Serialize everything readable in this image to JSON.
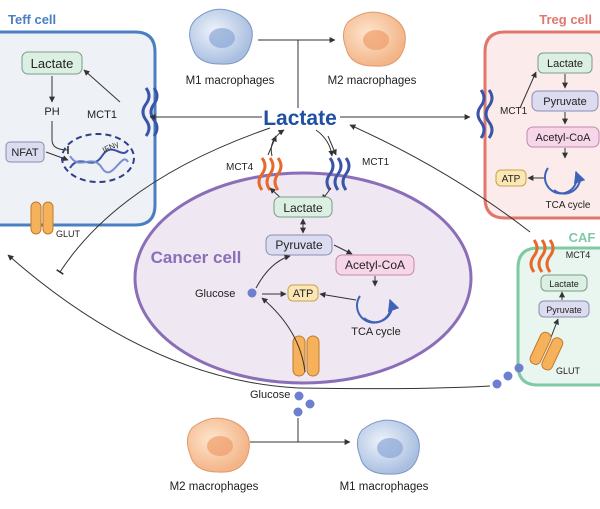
{
  "title": "Lactate",
  "colors": {
    "lactate_title": "#1f4fa3",
    "teff_border": "#4a7fc1",
    "teff_fill": "#eef1f6",
    "treg_border": "#e0776c",
    "treg_fill": "#fbeceb",
    "caf_border": "#7fc9a4",
    "caf_fill": "#e9f5ef",
    "cancer_border": "#8a6fb8",
    "cancer_fill": "#efe7f2",
    "lactate_box": "#dcefe3",
    "pyruvate_box": "#dcdcf0",
    "acetyl_box": "#f6d6e8",
    "atp_box": "#fbe7b5",
    "molecule": "#6f7fcf",
    "arrow": "#333333"
  },
  "teff": {
    "label": "Teff cell",
    "lactate": "Lactate",
    "ph": "PH",
    "nfat": "NFAT",
    "ifng": "IFNγ",
    "mct1": "MCT1",
    "glut": "GLUT"
  },
  "treg": {
    "label": "Treg cell",
    "lactate": "Lactate",
    "pyruvate": "Pyruvate",
    "acetyl": "Acetyl-CoA",
    "atp": "ATP",
    "tca": "TCA cycle",
    "mct1": "MCT1"
  },
  "caf": {
    "label": "CAF",
    "mct4": "MCT4",
    "lactate": "Lactate",
    "pyruvate": "Pyruvate",
    "glut": "GLUT"
  },
  "cancer": {
    "label": "Cancer cell",
    "mct4": "MCT4",
    "mct1": "MCT1",
    "lactate": "Lactate",
    "pyruvate": "Pyruvate",
    "acetyl": "Acetyl-CoA",
    "glucose": "Glucose",
    "atp": "ATP",
    "tca": "TCA cycle"
  },
  "top": {
    "m1": "M1 macrophages",
    "m2": "M2 macrophages"
  },
  "bottom": {
    "glucose": "Glucose",
    "m2": "M2 macrophages",
    "m1": "M1 macrophages"
  },
  "icons": {
    "transporter": "transporter-helix-icon",
    "glut": "glut-channel-icon",
    "dna": "dna-icon",
    "cycle": "cycle-arrow-icon",
    "m1_cell": "m1-macrophage-cell",
    "m2_cell": "m2-macrophage-cell"
  }
}
